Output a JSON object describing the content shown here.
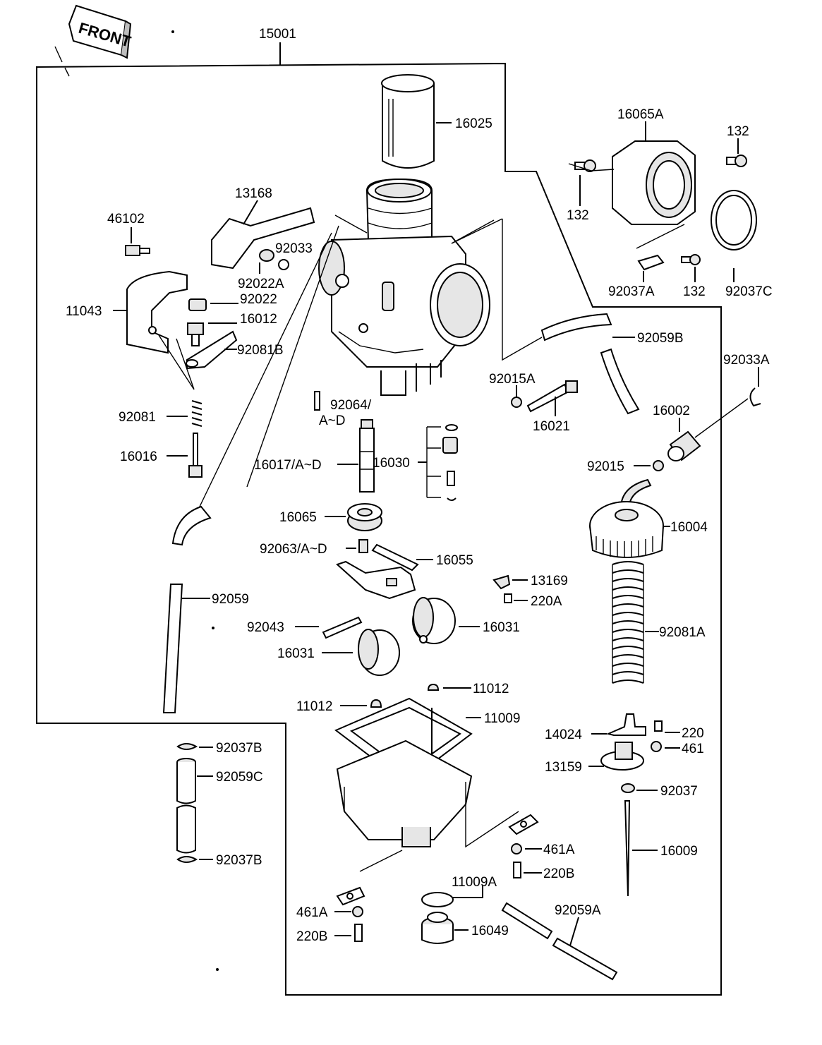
{
  "front_badge": "FRONT",
  "assembly_label": "15001",
  "labels": {
    "l16025": "16025",
    "l16065A": "16065A",
    "l132a": "132",
    "l132b": "132",
    "l132c": "132",
    "l92037A": "92037A",
    "l92037C": "92037C",
    "l13168": "13168",
    "l46102": "46102",
    "l92033": "92033",
    "l92022A": "92022A",
    "l92022": "92022",
    "l11043": "11043",
    "l16012": "16012",
    "l92081B": "92081B",
    "l92059B": "92059B",
    "l92033A": "92033A",
    "l92015A": "92015A",
    "l16021": "16021",
    "l92064": "92064/",
    "l92064b": "A~D",
    "l16002": "16002",
    "l92081": "92081",
    "l16016": "16016",
    "l16017": "16017/A~D",
    "l16030": "16030",
    "l92015": "92015",
    "l16065": "16065",
    "l16004": "16004",
    "l92063": "92063/A~D",
    "l16055": "16055",
    "l13169": "13169",
    "l220A": "220A",
    "l92059": "92059",
    "l92043": "92043",
    "l16031a": "16031",
    "l16031b": "16031",
    "l92081A": "92081A",
    "l11012a": "11012",
    "l11012b": "11012",
    "l11009": "11009",
    "l14024": "14024",
    "l220": "220",
    "l461": "461",
    "l13159": "13159",
    "l92037": "92037",
    "l92037B1": "92037B",
    "l92059C": "92059C",
    "l92037B2": "92037B",
    "l461A1": "461A",
    "l220B1": "220B",
    "l16009": "16009",
    "l11009A": "11009A",
    "l92059A": "92059A",
    "l461A2": "461A",
    "l220B2": "220B",
    "l16049": "16049"
  }
}
